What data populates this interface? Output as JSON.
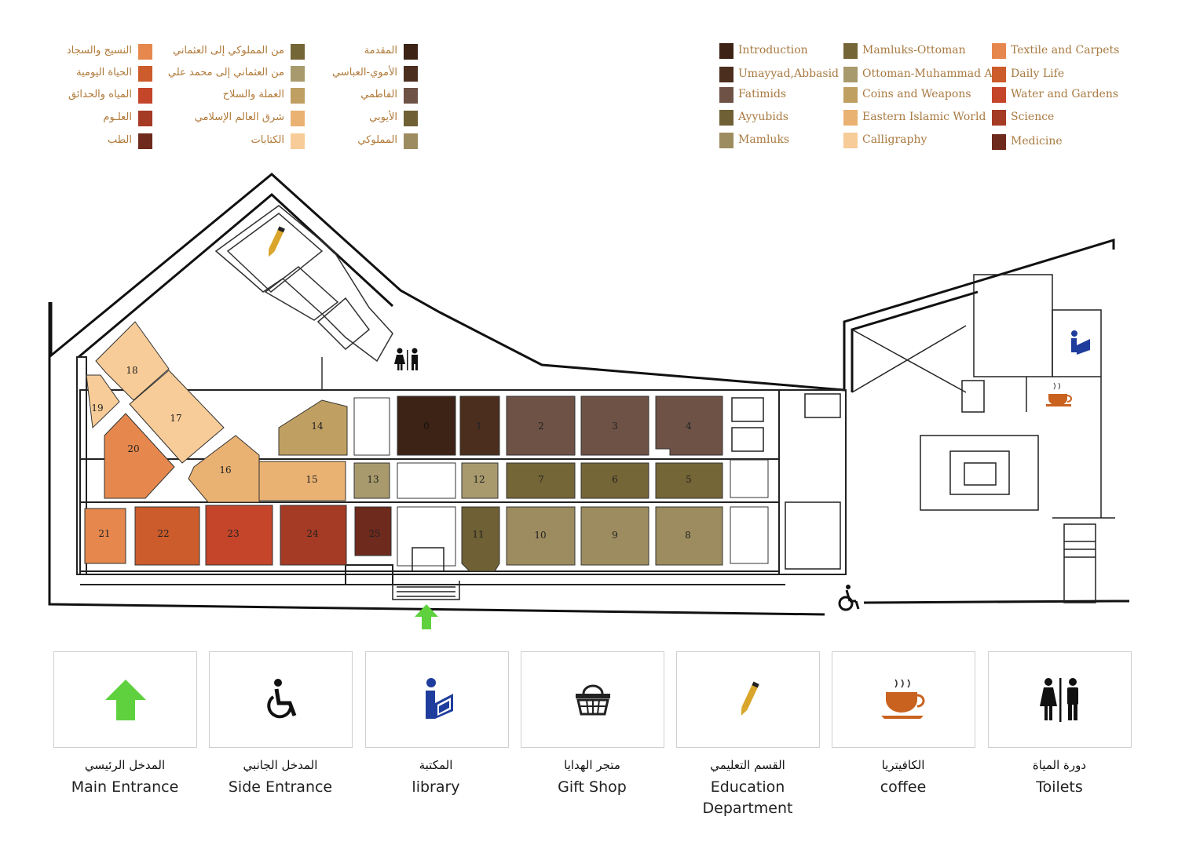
{
  "legend_ar": {
    "col1": [
      {
        "label": "المقدمة",
        "color": "#3d2316"
      },
      {
        "label": "الأموي-العباسي",
        "color": "#4b2e1e"
      },
      {
        "label": "الفاطمي",
        "color": "#6e5246"
      },
      {
        "label": "الأيوبي",
        "color": "#6f6135"
      },
      {
        "label": "المملوكي",
        "color": "#9d8c5f"
      }
    ],
    "col2": [
      {
        "label": "من المملوكي إلى العثماني",
        "color": "#756637"
      },
      {
        "label": "من العثماني إلى محمد علي",
        "color": "#a89a6c"
      },
      {
        "label": "العملة والسلاح",
        "color": "#c09f62"
      },
      {
        "label": "شرق العالم الإسلامي",
        "color": "#eab272"
      },
      {
        "label": "الكتابات",
        "color": "#f7cc98"
      }
    ],
    "col3": [
      {
        "label": "النسيج والسجاد",
        "color": "#e6884e"
      },
      {
        "label": "الحياة اليومية",
        "color": "#cc5c2c"
      },
      {
        "label": "المياه والحدائق",
        "color": "#c4452a"
      },
      {
        "label": "العلـوم",
        "color": "#a53a25"
      },
      {
        "label": "الطب",
        "color": "#6e2a1c"
      }
    ]
  },
  "legend_en": {
    "col1": [
      {
        "label": "Introduction",
        "color": "#3d2316"
      },
      {
        "label": "Umayyad,Abbasid",
        "color": "#4b2e1e"
      },
      {
        "label": "Fatimids",
        "color": "#6e5246"
      },
      {
        "label": "Ayyubids",
        "color": "#6f6135"
      },
      {
        "label": "Mamluks",
        "color": "#9d8c5f"
      }
    ],
    "col2": [
      {
        "label": "Mamluks-Ottoman",
        "color": "#756637"
      },
      {
        "label": "Ottoman-Muhammad Ali",
        "color": "#a89a6c"
      },
      {
        "label": "Coins and Weapons",
        "color": "#c09f62"
      },
      {
        "label": "Eastern Islamic World",
        "color": "#eab272"
      },
      {
        "label": "Calligraphy",
        "color": "#f7cc98"
      }
    ],
    "col3": [
      {
        "label": "Textile and Carpets",
        "color": "#e6884e"
      },
      {
        "label": "Daily Life",
        "color": "#cc5c2c"
      },
      {
        "label": "Water and Gardens",
        "color": "#c4452a"
      },
      {
        "label": "Science",
        "color": "#a53a25"
      },
      {
        "label": "Medicine",
        "color": "#6e2a1c"
      }
    ]
  },
  "rooms": {
    "r1": "1",
    "r2": "2",
    "r3": "3",
    "r4": "4",
    "r5": "5",
    "r6": "6",
    "r7": "7",
    "r8": "8",
    "r9": "9",
    "r10": "10",
    "r11": "11",
    "r12": "12",
    "r13": "13",
    "r14": "14",
    "r15": "15",
    "r16": "16",
    "r17": "17",
    "r18": "18",
    "r19": "19",
    "r20": "20",
    "r21": "21",
    "r22": "22",
    "r23": "23",
    "r24": "24",
    "r25": "25",
    "r0": "0"
  },
  "facilities": [
    {
      "ar": "المدخل الرئيسي",
      "en": "Main Entrance",
      "icon": "green-arrow-icon"
    },
    {
      "ar": "المدخل الجانبي",
      "en": "Side Entrance",
      "icon": "wheelchair-icon"
    },
    {
      "ar": "المكتبة",
      "en": "library",
      "icon": "reader-icon"
    },
    {
      "ar": "متجر الهدايا",
      "en": "Gift Shop",
      "icon": "basket-icon"
    },
    {
      "ar": "القسم التعليمي",
      "en": "Education Department",
      "icon": "pencil-icon"
    },
    {
      "ar": "الكافيتريا",
      "en": "coffee",
      "icon": "coffee-cup-icon"
    },
    {
      "ar": "دورة المياة",
      "en": "Toilets",
      "icon": "toilets-icon"
    }
  ],
  "colors": {
    "entrance_green": "#5fd13f",
    "library_blue": "#1f3d9c",
    "pencil_gold": "#d9a62b",
    "coffee_orange": "#c9621f"
  }
}
